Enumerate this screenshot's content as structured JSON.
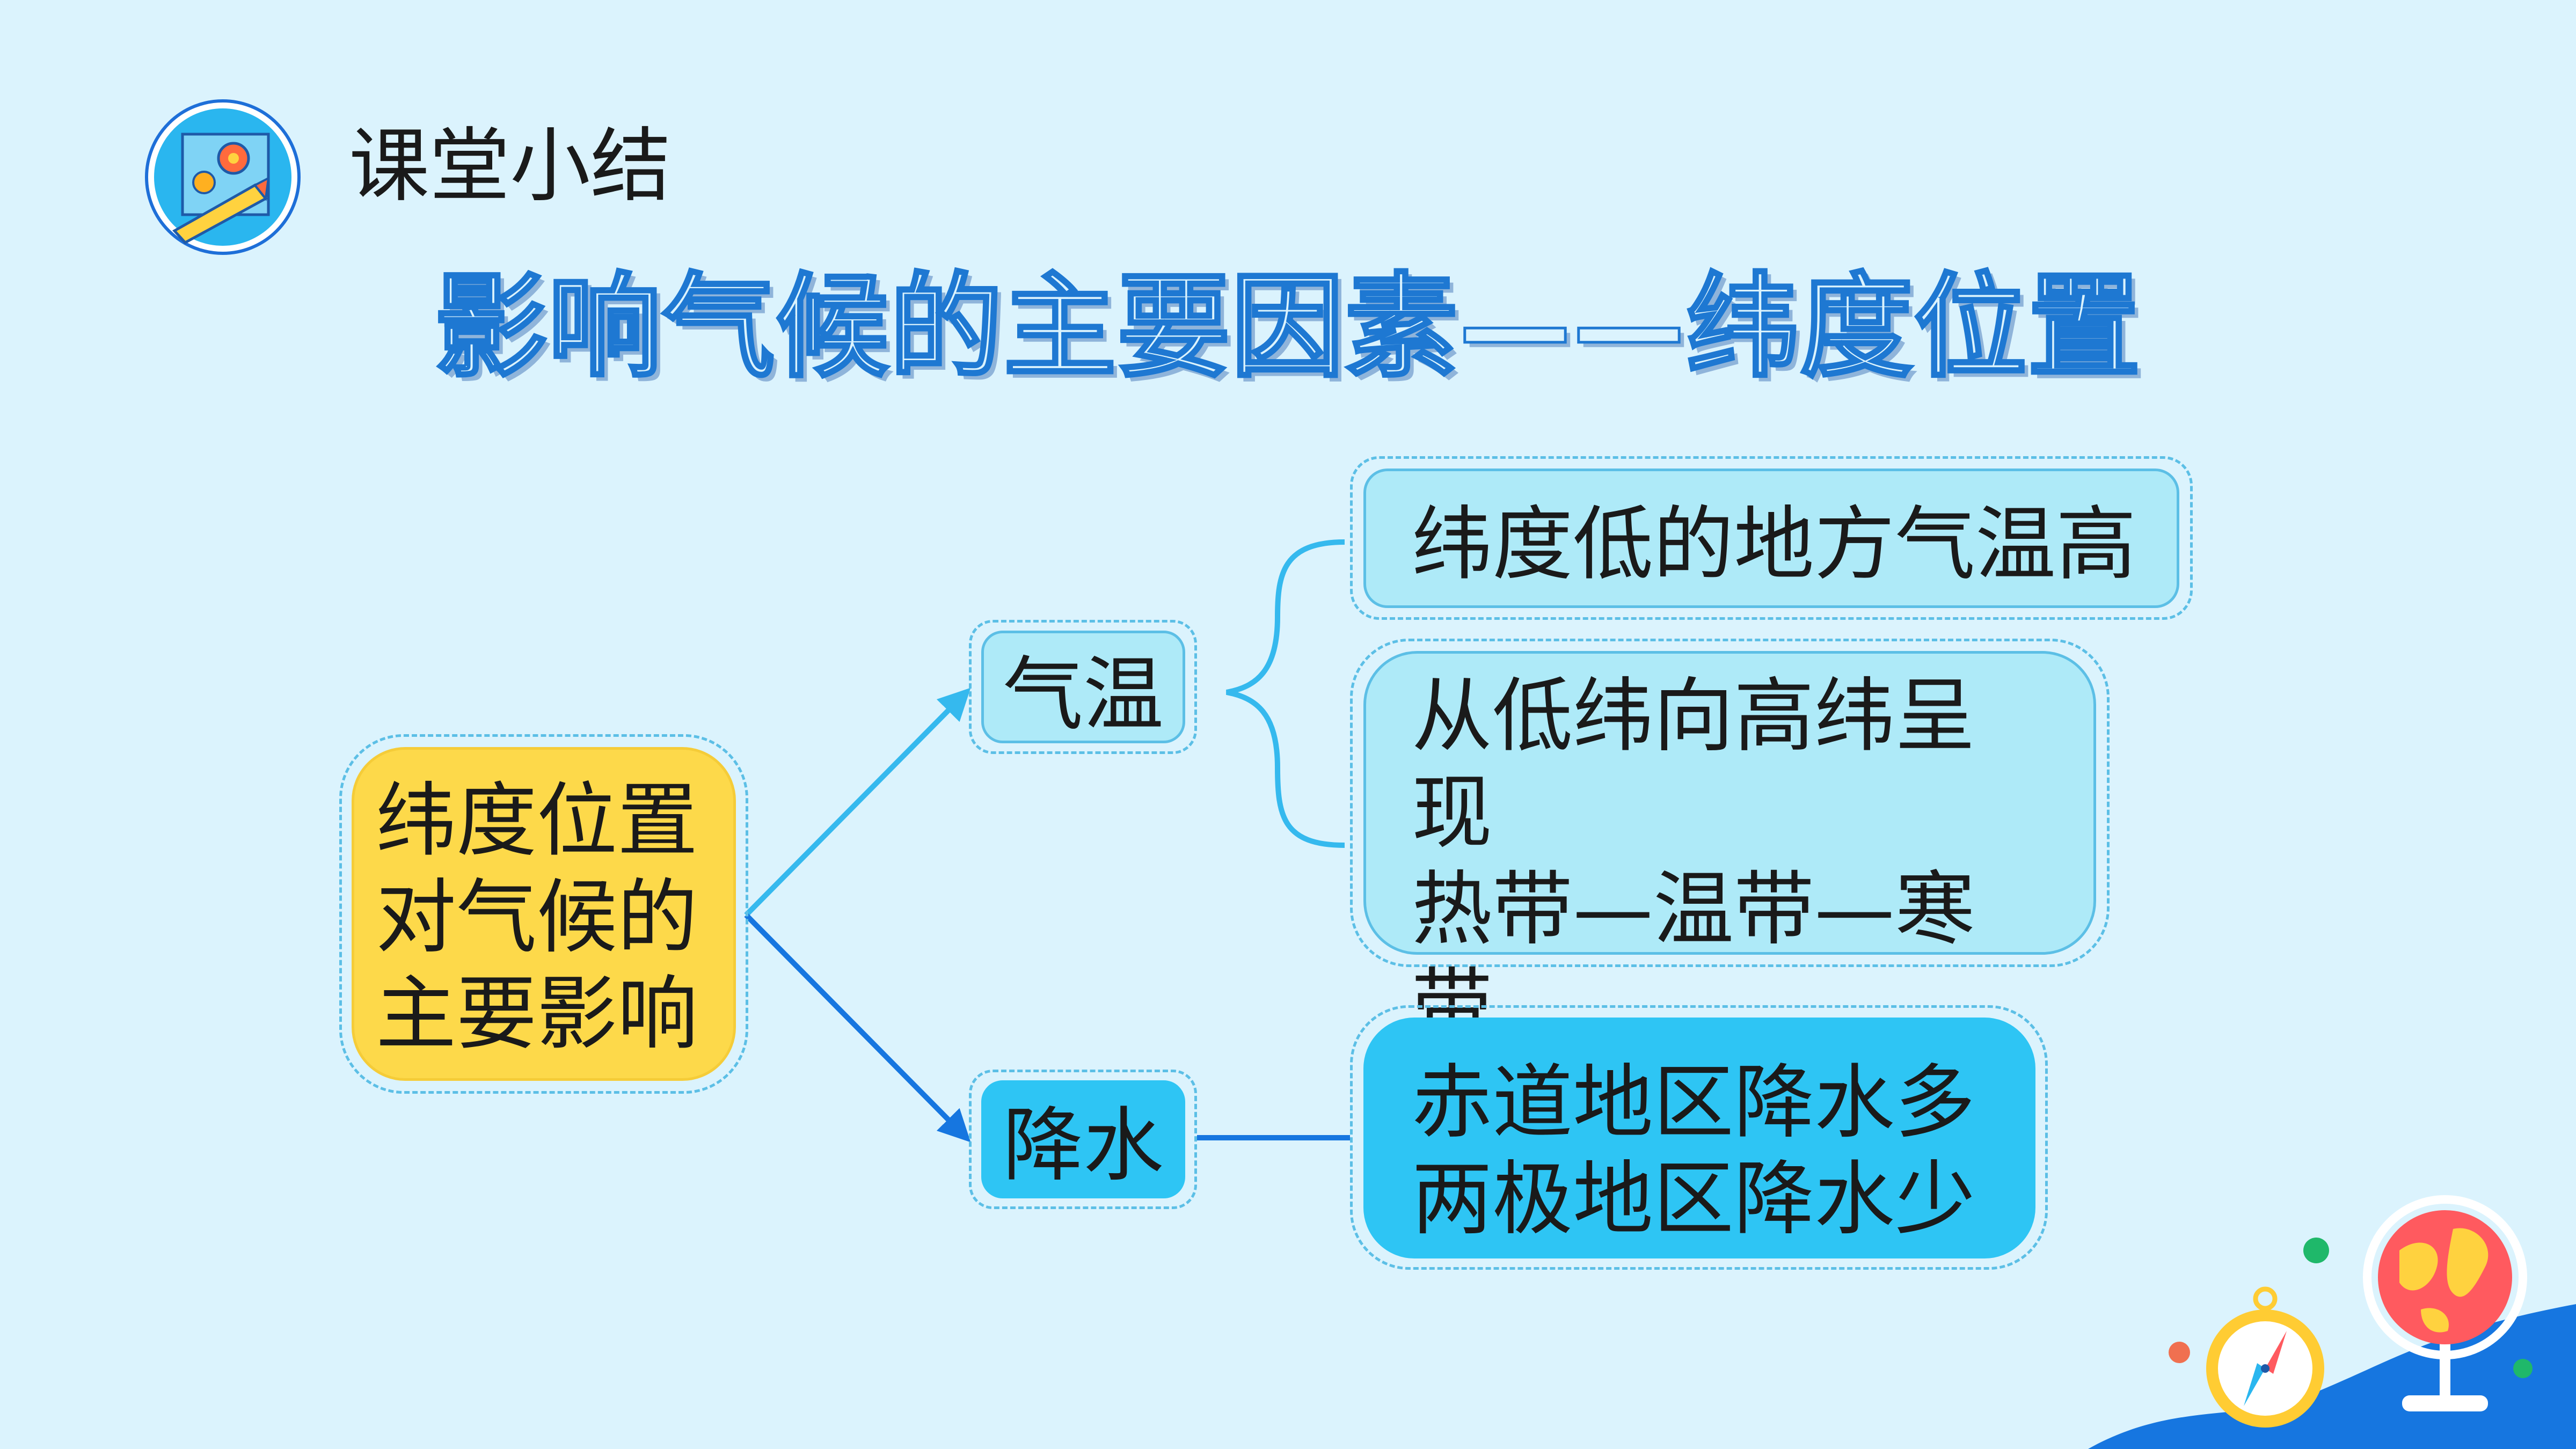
{
  "header": {
    "title": "课堂小结",
    "logo_icon": "gear-pencil-icon"
  },
  "main_title": "影响气候的主要因素——纬度位置",
  "mindmap": {
    "root": {
      "lines": [
        "纬度位置",
        "对气候的",
        "主要影响"
      ]
    },
    "branches": {
      "temperature": {
        "label": "气温",
        "details": [
          {
            "text": "纬度低的地方气温高"
          },
          {
            "lines": [
              "从低纬向高纬呈",
              "现",
              "热带—温带—寒",
              "带"
            ]
          }
        ]
      },
      "precipitation": {
        "label": "降水",
        "detail": {
          "lines": [
            "赤道地区降水多",
            "两极地区降水少"
          ]
        }
      }
    }
  },
  "colors": {
    "background": "#dbf3fd",
    "root_fill": "#fdd94a",
    "light_box": "#aeeaf8",
    "dark_box": "#2ec5f4",
    "title_stroke": "#1e78d2"
  },
  "decoration": {
    "icons": [
      "globe-icon",
      "compass-icon"
    ]
  }
}
